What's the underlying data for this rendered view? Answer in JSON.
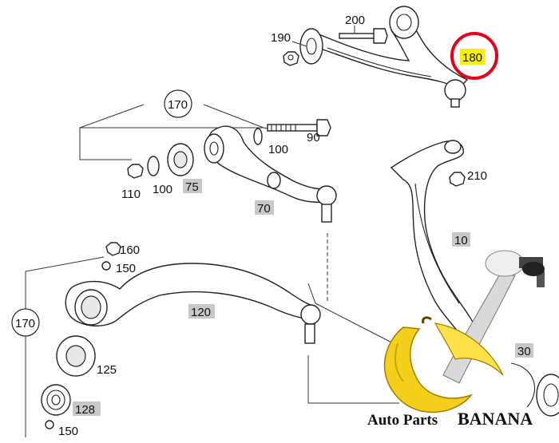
{
  "diagram": {
    "labels": {
      "p10": "10",
      "p30": "30",
      "p70": "70",
      "p75": "75",
      "p90": "90",
      "p100a": "100",
      "p100b": "100",
      "p110": "110",
      "p120": "120",
      "p125": "125",
      "p128": "128",
      "p150a": "150",
      "p150b": "150",
      "p160": "160",
      "p170a": "170",
      "p170b": "170",
      "p180": "180",
      "p190": "190",
      "p200": "200",
      "p210": "210"
    },
    "highlight_color": "#e3001b",
    "label_highlight_color": "#f4f200",
    "label_box_color": "#c8c8c8"
  },
  "watermark": {
    "line_a": "Auto Parts",
    "line_b": "BANANA",
    "text_color": "#111111"
  }
}
